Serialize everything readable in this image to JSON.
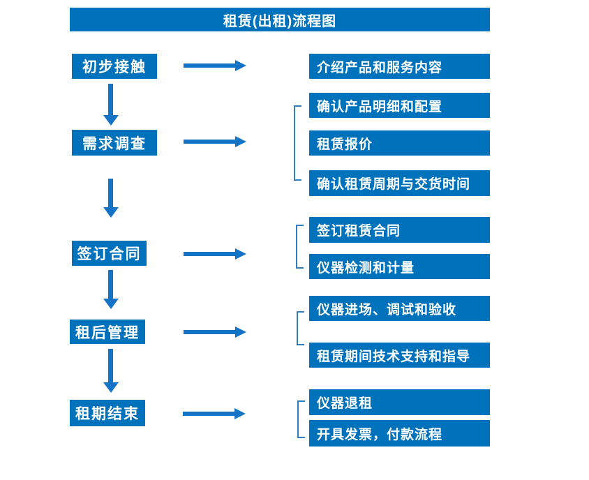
{
  "title": "租赁(出租)流程图",
  "colors": {
    "box_blue": "#0072BC",
    "arrow_blue": "#1473C4",
    "bracket_blue": "#2E7FC1",
    "text_white": "#FFFFFF"
  },
  "steps": [
    {
      "label": "初步接触",
      "details": [
        "介绍产品和服务内容"
      ]
    },
    {
      "label": "需求调查",
      "details": [
        "确认产品明细和配置",
        "租赁报价",
        "确认租赁周期与交货时间"
      ]
    },
    {
      "label": "签订合同",
      "details": [
        "签订租赁合同",
        "仪器检测和计量"
      ]
    },
    {
      "label": "租后管理",
      "details": [
        "仪器进场、调试和验收",
        "租赁期间技术支持和指导"
      ]
    },
    {
      "label": "租期结束",
      "details": [
        "仪器退租",
        "开具发票，付款流程"
      ]
    }
  ]
}
